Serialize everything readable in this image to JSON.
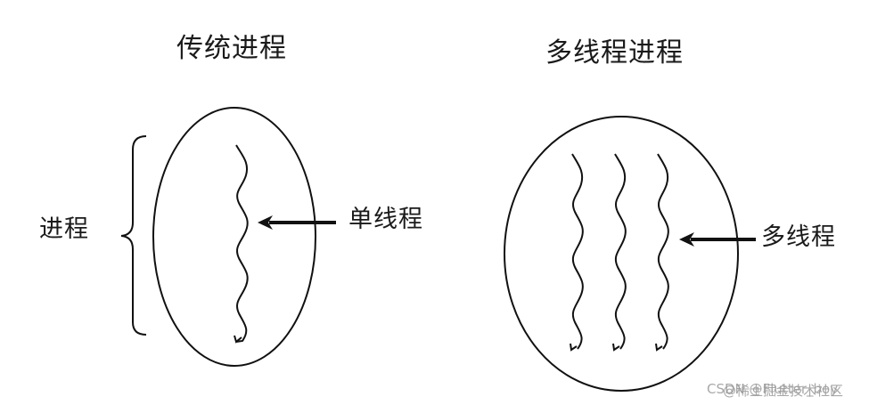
{
  "diagram": {
    "left_panel": {
      "title": "传统进程",
      "brace_label": "进程",
      "arrow_label": "单线程",
      "thread_count": 1
    },
    "right_panel": {
      "title": "多线程进程",
      "arrow_label": "多线程",
      "thread_count": 3
    },
    "stroke_color": "#111111",
    "text_color": "#1a1a1a"
  },
  "watermark": {
    "line1": "CSDN @Flutter_boy",
    "line2": "@稀土掘金技术社区",
    "color": "#9a9a9a"
  }
}
